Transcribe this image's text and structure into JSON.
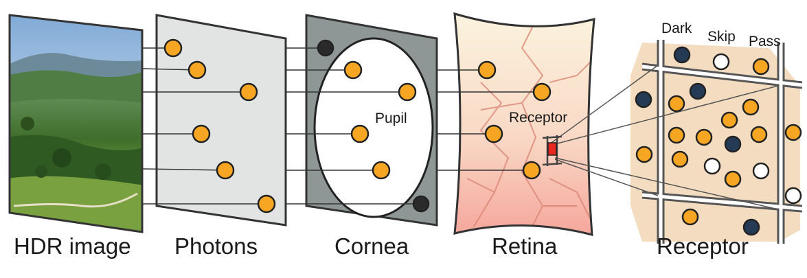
{
  "captions": {
    "hdr_image": "HDR image",
    "photons": "Photons",
    "cornea": "Cornea",
    "retina": "Retina",
    "receptor": "Receptor"
  },
  "labels": {
    "pupil": "Pupil",
    "receptor": "Receptor",
    "dark": "Dark",
    "skip": "Skip",
    "pass": "Pass"
  },
  "colors": {
    "photon": "#f6a623",
    "dark_photon": "#243a55",
    "skip_photon": "#ffffff",
    "cornea": "#8f9696",
    "photon_panel": "#e2e4e4",
    "retina_top": "#fbf1dc",
    "retina_bottom": "#f6b7ac",
    "receptor_bg": "#f3dcbf",
    "receptor_highlight": "#e8281e"
  },
  "image": {
    "description_icon": "landscape-photo"
  }
}
